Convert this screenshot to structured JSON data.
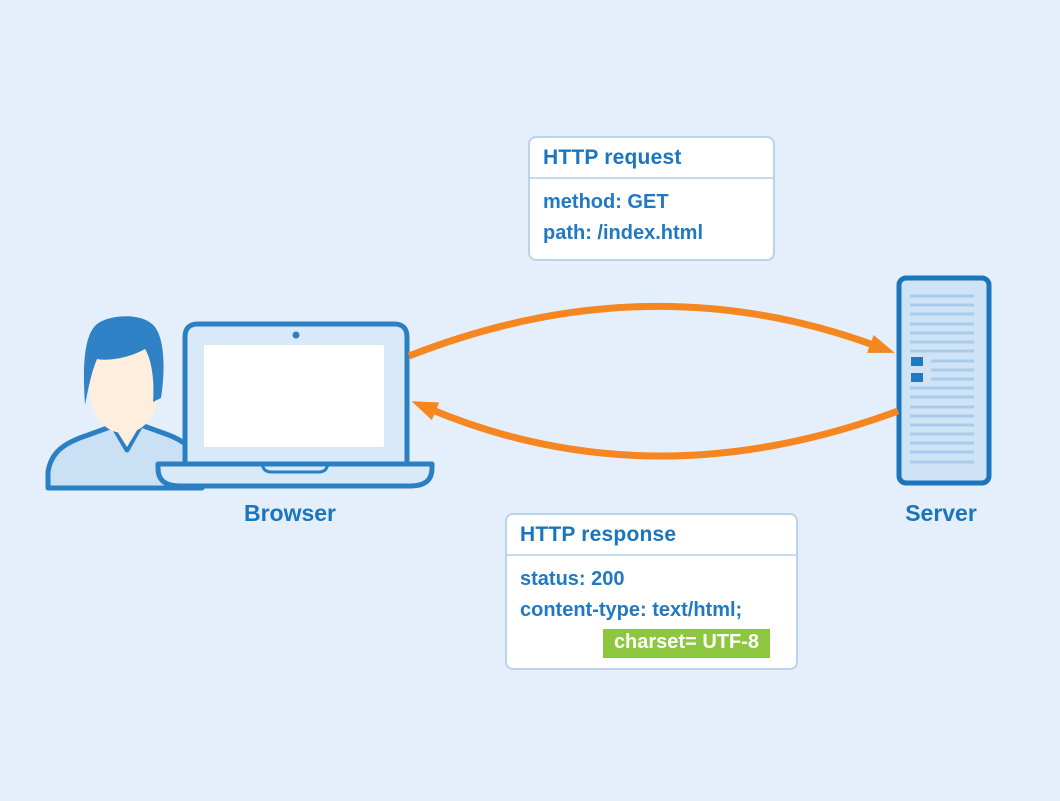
{
  "diagram": {
    "request_card": {
      "title": "HTTP request",
      "method_line": "method: GET",
      "path_line": "path: /index.html"
    },
    "response_card": {
      "title": "HTTP response",
      "status_line": "status: 200",
      "content_type_line": "content-type: text/html;",
      "charset_highlight": "charset= UTF-8"
    },
    "browser_label": "Browser",
    "server_label": "Server",
    "icons": {
      "user": "user-icon",
      "laptop": "laptop-icon",
      "server": "server-icon",
      "request_arrow": "request-arrow-icon",
      "response_arrow": "response-arrow-icon"
    },
    "colors": {
      "background": "#e4effb",
      "primary_blue": "#1b75bc",
      "outline_blue": "#2b7fc3",
      "body_text_blue": "#2179c2",
      "laptop_fill": "#d8e9f9",
      "shirt_fill": "#c9e0f5",
      "face_fill": "#fdeedd",
      "hair_fill": "#2e82c5",
      "server_fill": "#cfe3f7",
      "server_vent_line": "#a9cbe9",
      "server_led_square": "#1f78c1",
      "arrow_orange": "#f6861f",
      "highlight_green": "#8dc63f",
      "card_border": "#b9d3ea",
      "card_background": "#ffffff"
    }
  }
}
